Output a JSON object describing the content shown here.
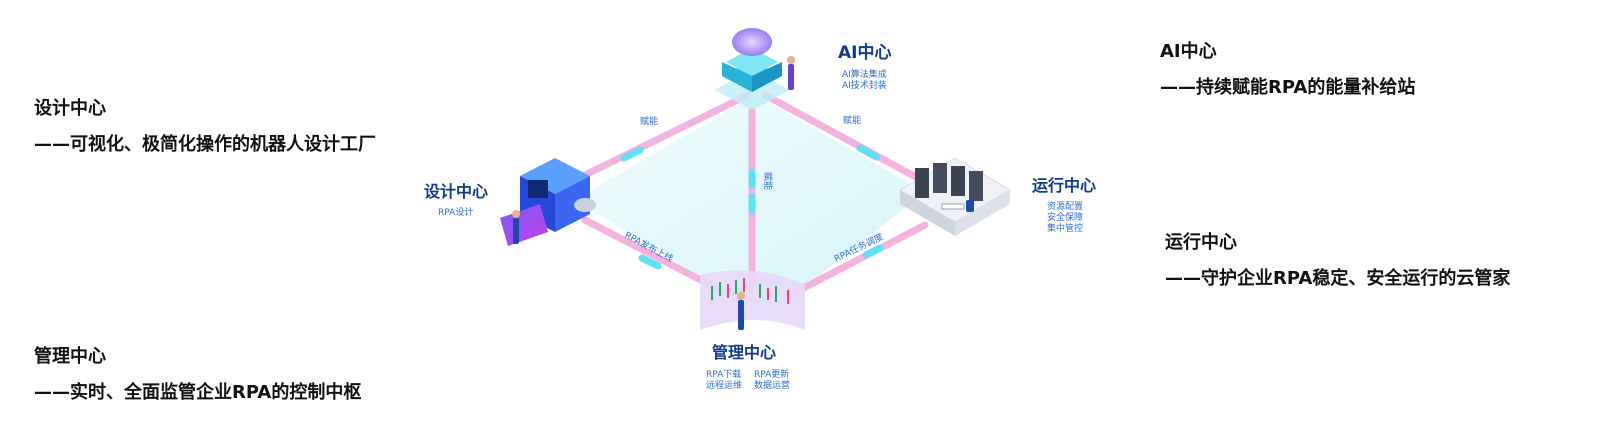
{
  "descriptions": {
    "design": {
      "title": "设计中心",
      "desc": "——可视化、极简化操作的机器人设计工厂"
    },
    "management": {
      "title": "管理中心",
      "desc": "——实时、全面监管企业RPA的控制中枢"
    },
    "ai": {
      "title": "AI中心",
      "desc": "——持续赋能RPA的能量补给站"
    },
    "operations": {
      "title": "运行中心",
      "desc": "——守护企业RPA稳定、安全运行的云管家"
    }
  },
  "diagram": {
    "ai": {
      "title": "AI中心",
      "sub1": "AI算法集成",
      "sub2": "AI技术封装"
    },
    "design": {
      "title": "设计中心",
      "sub1": "RPA设计"
    },
    "operations": {
      "title": "运行中心",
      "sub1": "资源配置",
      "sub2": "安全保障",
      "sub3": "集中管控"
    },
    "management": {
      "title": "管理中心",
      "sub1": "RPA下载",
      "sub2": "RPA更新",
      "sub3": "远程运维",
      "sub4": "数据运营"
    },
    "edges": {
      "ai_design": "赋能",
      "ai_ops": "赋能",
      "ai_mgmt": "赋能",
      "design_mgmt": "RPA发布上线",
      "ops_mgmt": "RPA任务调度"
    }
  },
  "colors": {
    "link": "#f3b3de",
    "link_glow": "#5fe0f5",
    "plane": "#dff7fb",
    "title": "#123a8f",
    "subtitle": "#2a6fd6"
  }
}
